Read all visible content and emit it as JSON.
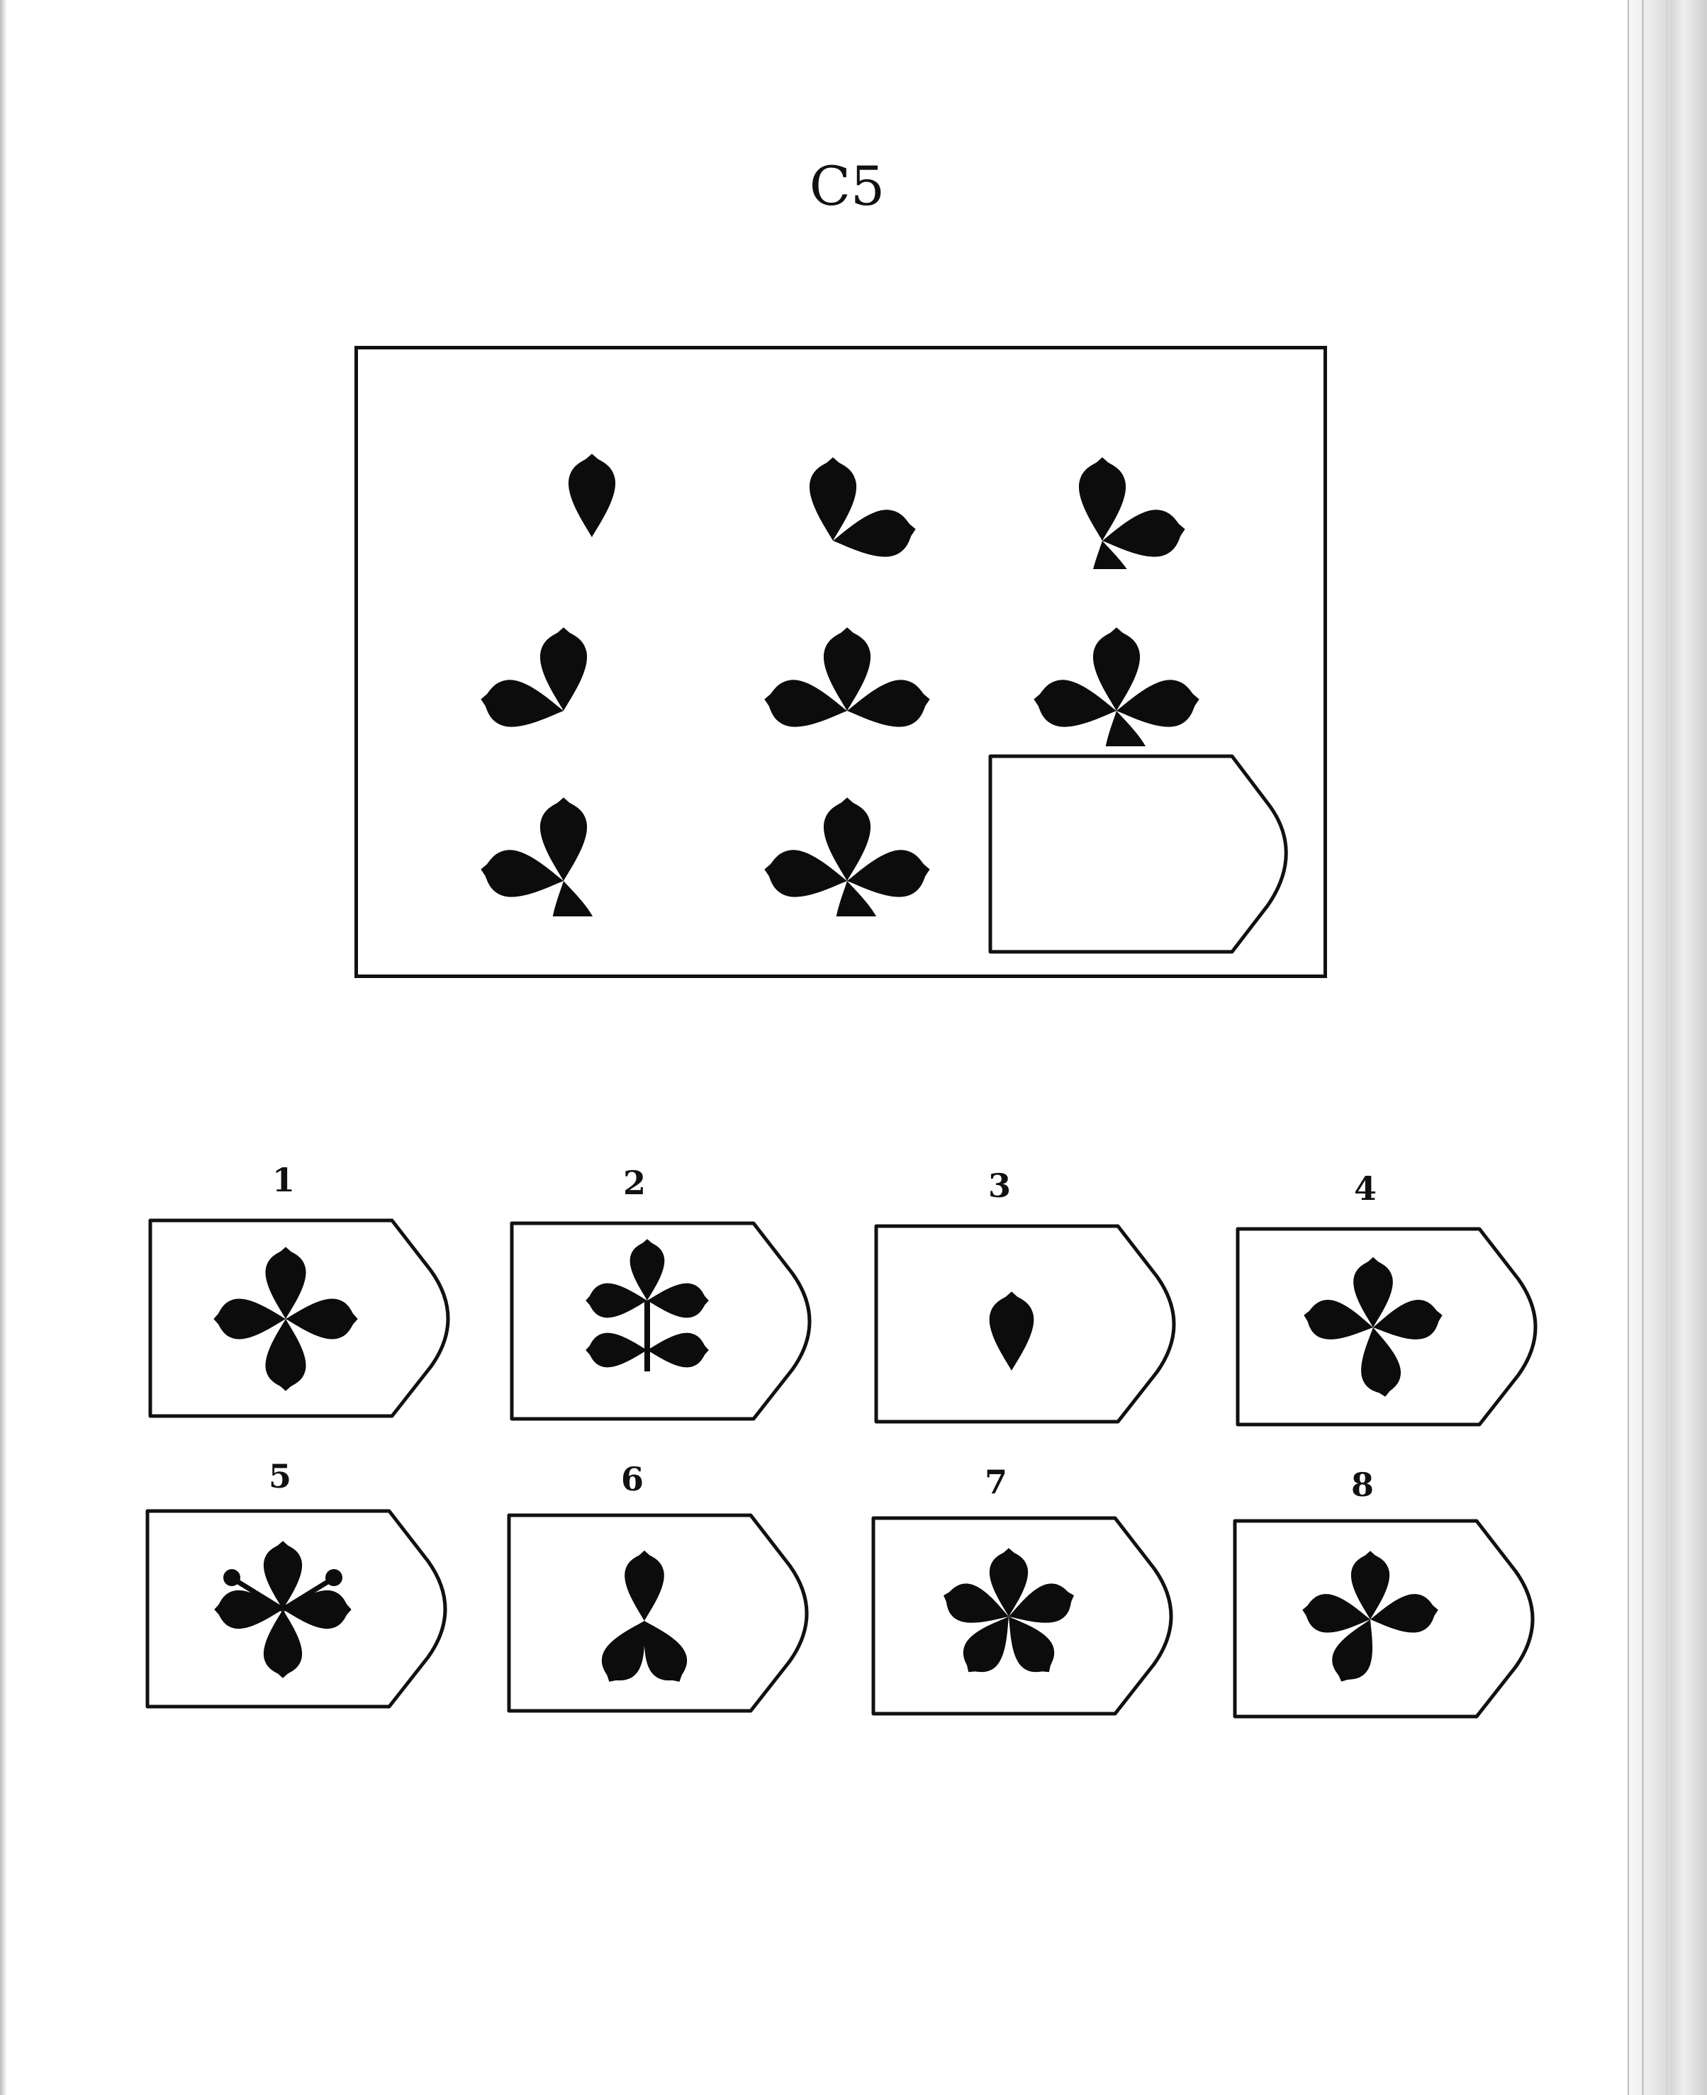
{
  "title": "C5",
  "matrix": {
    "cells": [
      {
        "petals": [
          "up"
        ],
        "content": "figure"
      },
      {
        "petals": [
          "up",
          "right"
        ],
        "content": "figure"
      },
      {
        "petals": [
          "up",
          "right",
          "down"
        ],
        "content": "figure"
      },
      {
        "petals": [
          "up",
          "left"
        ],
        "content": "figure"
      },
      {
        "petals": [
          "up",
          "left",
          "right"
        ],
        "content": "figure"
      },
      {
        "petals": [
          "up",
          "left",
          "right",
          "down"
        ],
        "content": "figure"
      },
      {
        "petals": [
          "up",
          "left",
          "down"
        ],
        "content": "figure"
      },
      {
        "petals": [
          "up",
          "left",
          "right",
          "down"
        ],
        "content": "figure"
      },
      {
        "content": "empty"
      }
    ]
  },
  "options": [
    {
      "number": "1"
    },
    {
      "number": "2"
    },
    {
      "number": "3"
    },
    {
      "number": "4"
    },
    {
      "number": "5"
    },
    {
      "number": "6"
    },
    {
      "number": "7"
    },
    {
      "number": "8"
    }
  ]
}
